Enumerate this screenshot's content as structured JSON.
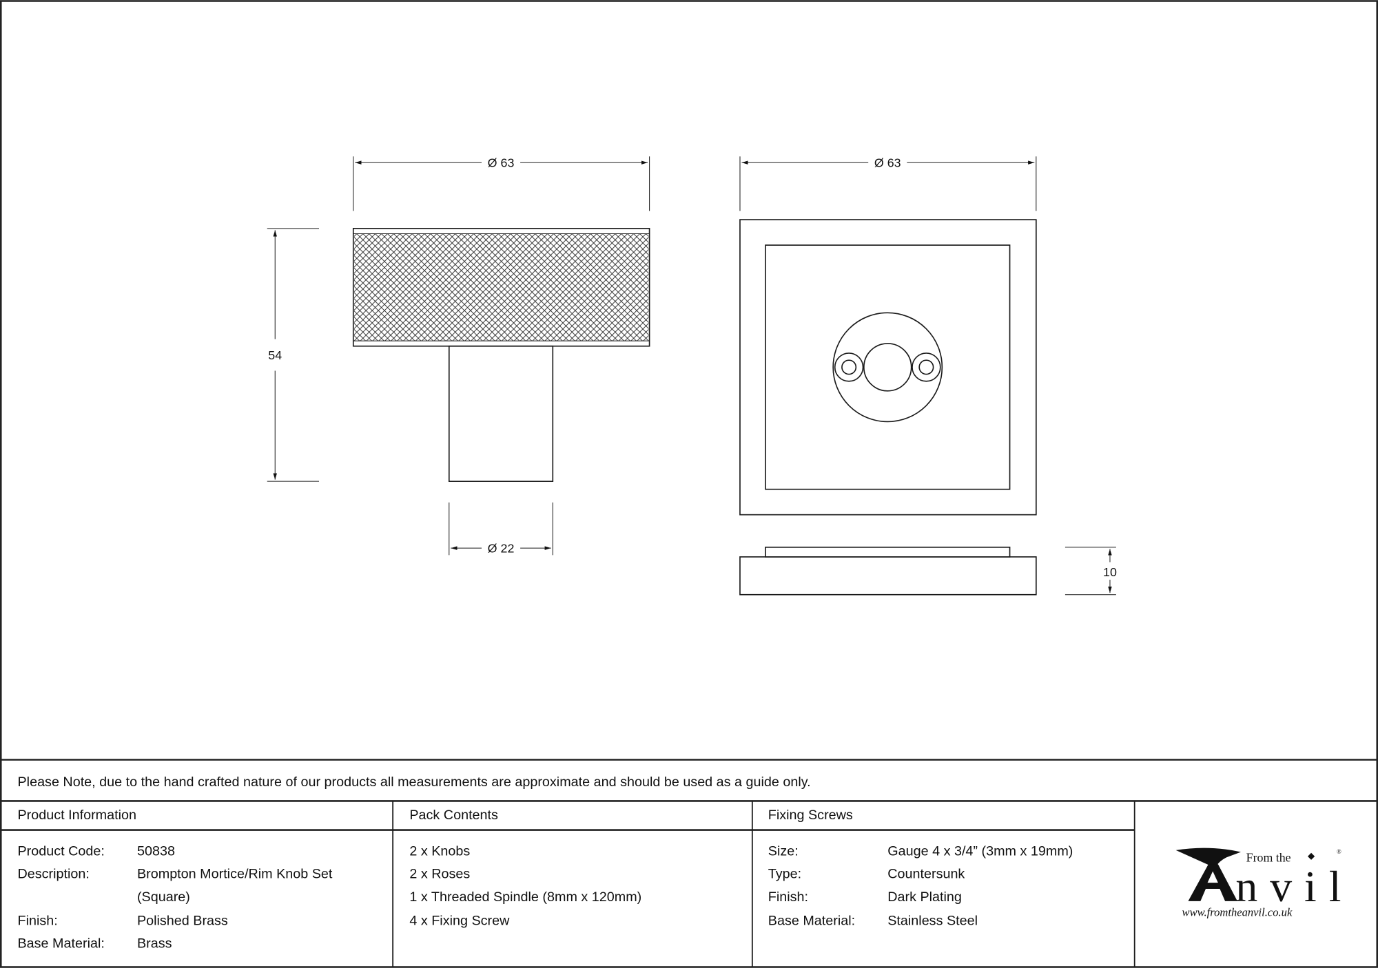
{
  "drawing": {
    "knob_front": {
      "width_label": "Ø 63",
      "height_label": "54",
      "stem_label": "Ø 22"
    },
    "rose": {
      "width_label": "Ø 63",
      "depth_label": "10"
    }
  },
  "note": "Please Note, due to the hand crafted nature of our products all measurements are approximate and should be used as a guide only.",
  "product_information": {
    "heading": "Product Information",
    "rows": [
      {
        "label": "Product Code:",
        "value": "50838"
      },
      {
        "label": "Description:",
        "value": "Brompton Mortice/Rim Knob Set",
        "value2": "(Square)"
      },
      {
        "label": "Finish:",
        "value": "Polished Brass"
      },
      {
        "label": "Base Material:",
        "value": "Brass"
      }
    ]
  },
  "pack_contents": {
    "heading": "Pack Contents",
    "items": [
      "2 x Knobs",
      "2 x Roses",
      "1 x Threaded Spindle (8mm x 120mm)",
      "4 x Fixing Screw"
    ]
  },
  "fixing_screws": {
    "heading": "Fixing Screws",
    "rows": [
      {
        "label": "Size:",
        "value": "Gauge 4 x 3/4” (3mm x 19mm)"
      },
      {
        "label": "Type:",
        "value": "Countersunk"
      },
      {
        "label": "Finish:",
        "value": "Dark Plating"
      },
      {
        "label": "Base Material:",
        "value": "Stainless Steel"
      }
    ]
  },
  "logo": {
    "from_the": "From the",
    "anvil": "nvil",
    "url": "www.fromtheanvil.co.uk",
    "registered": "®"
  }
}
